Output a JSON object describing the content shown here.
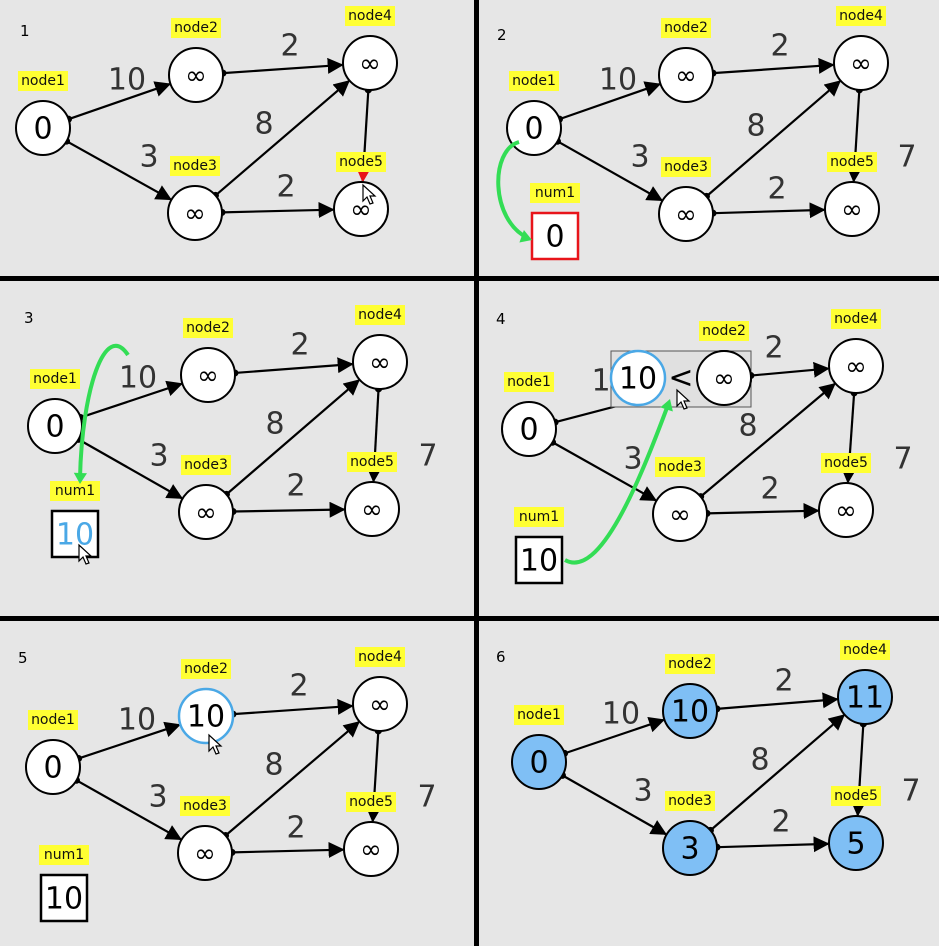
{
  "panels": [
    {
      "number": "1",
      "nodes": [
        {
          "id": "node1",
          "label": "node1",
          "value": "0",
          "state": "normal"
        },
        {
          "id": "node2",
          "label": "node2",
          "value": "∞",
          "state": "normal"
        },
        {
          "id": "node3",
          "label": "node3",
          "value": "∞",
          "state": "normal"
        },
        {
          "id": "node4",
          "label": "node4",
          "value": "∞",
          "state": "normal"
        },
        {
          "id": "node5",
          "label": "node5",
          "value": "∞",
          "state": "normal"
        }
      ],
      "weights": {
        "n1_n2": "10",
        "n1_n3": "3",
        "n2_n4": "2",
        "n3_n4": "8",
        "n3_n5": "2",
        "n4_n5": ""
      },
      "num": null,
      "red_arrowhead_on": "n4_n5"
    },
    {
      "number": "2",
      "nodes": [
        {
          "id": "node1",
          "label": "node1",
          "value": "0",
          "state": "normal"
        },
        {
          "id": "node2",
          "label": "node2",
          "value": "∞",
          "state": "normal"
        },
        {
          "id": "node3",
          "label": "node3",
          "value": "∞",
          "state": "normal"
        },
        {
          "id": "node4",
          "label": "node4",
          "value": "∞",
          "state": "normal"
        },
        {
          "id": "node5",
          "label": "node5",
          "value": "∞",
          "state": "normal"
        }
      ],
      "weights": {
        "n1_n2": "10",
        "n1_n3": "3",
        "n2_n4": "2",
        "n3_n4": "8",
        "n3_n5": "2",
        "n4_n5": "7"
      },
      "num": {
        "label": "num1",
        "value": "0",
        "style": "red"
      }
    },
    {
      "number": "3",
      "nodes": [
        {
          "id": "node1",
          "label": "node1",
          "value": "0",
          "state": "normal"
        },
        {
          "id": "node2",
          "label": "node2",
          "value": "∞",
          "state": "normal"
        },
        {
          "id": "node3",
          "label": "node3",
          "value": "∞",
          "state": "normal"
        },
        {
          "id": "node4",
          "label": "node4",
          "value": "∞",
          "state": "normal"
        },
        {
          "id": "node5",
          "label": "node5",
          "value": "∞",
          "state": "normal"
        }
      ],
      "weights": {
        "n1_n2": "10",
        "n1_n3": "3",
        "n2_n4": "2",
        "n3_n4": "8",
        "n3_n5": "2",
        "n4_n5": "7"
      },
      "num": {
        "label": "num1",
        "value": "10",
        "style": "blue-text"
      }
    },
    {
      "number": "4",
      "nodes": [
        {
          "id": "node1",
          "label": "node1",
          "value": "0",
          "state": "normal"
        },
        {
          "id": "node2",
          "label": "node2",
          "value": "∞",
          "state": "normal"
        },
        {
          "id": "node3",
          "label": "node3",
          "value": "∞",
          "state": "normal"
        },
        {
          "id": "node4",
          "label": "node4",
          "value": "∞",
          "state": "normal"
        },
        {
          "id": "node5",
          "label": "node5",
          "value": "∞",
          "state": "normal"
        }
      ],
      "weights": {
        "n1_n2": "1",
        "n1_n3": "3",
        "n2_n4": "2",
        "n3_n4": "8",
        "n3_n5": "2",
        "n4_n5": "7"
      },
      "num": {
        "label": "num1",
        "value": "10",
        "style": "normal"
      },
      "compare": {
        "left": "10",
        "op": "<",
        "right": "∞"
      }
    },
    {
      "number": "5",
      "nodes": [
        {
          "id": "node1",
          "label": "node1",
          "value": "0",
          "state": "normal"
        },
        {
          "id": "node2",
          "label": "node2",
          "value": "10",
          "state": "highlight"
        },
        {
          "id": "node3",
          "label": "node3",
          "value": "∞",
          "state": "normal"
        },
        {
          "id": "node4",
          "label": "node4",
          "value": "∞",
          "state": "normal"
        },
        {
          "id": "node5",
          "label": "node5",
          "value": "∞",
          "state": "normal"
        }
      ],
      "weights": {
        "n1_n2": "10",
        "n1_n3": "3",
        "n2_n4": "2",
        "n3_n4": "8",
        "n3_n5": "2",
        "n4_n5": "7"
      },
      "num": {
        "label": "num1",
        "value": "10",
        "style": "normal"
      }
    },
    {
      "number": "6",
      "nodes": [
        {
          "id": "node1",
          "label": "node1",
          "value": "0",
          "state": "visited"
        },
        {
          "id": "node2",
          "label": "node2",
          "value": "10",
          "state": "visited"
        },
        {
          "id": "node3",
          "label": "node3",
          "value": "3",
          "state": "visited"
        },
        {
          "id": "node4",
          "label": "node4",
          "value": "11",
          "state": "visited"
        },
        {
          "id": "node5",
          "label": "node5",
          "value": "5",
          "state": "visited"
        }
      ],
      "weights": {
        "n1_n2": "10",
        "n1_n3": "3",
        "n2_n4": "2",
        "n3_n4": "8",
        "n3_n5": "2",
        "n4_n5": "7"
      },
      "num": null
    }
  ],
  "colors": {
    "panel_bg": "#e6e6e6",
    "divider": "#000000",
    "label_bg": "#ffff33",
    "visited_fill": "#7fbff5",
    "highlight_stroke": "#4aa8e6",
    "green_arrow": "#33dd55",
    "red_accent": "#e8141a"
  }
}
